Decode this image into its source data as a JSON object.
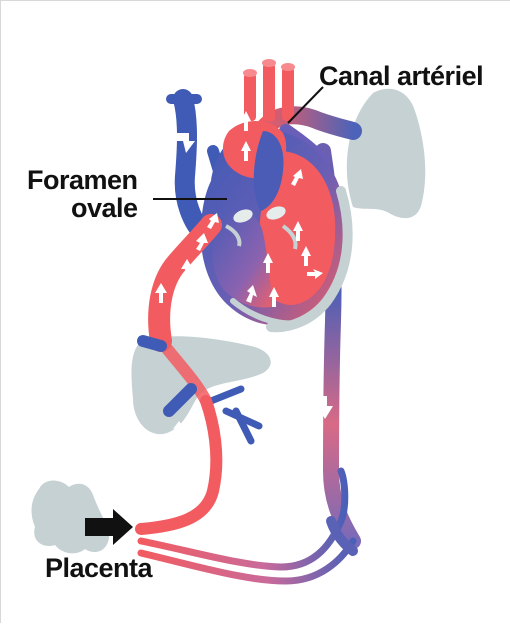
{
  "diagram": {
    "labels": {
      "canal_arteriel": "Canal artériel",
      "foramen_ovale_line1": "Foramen",
      "foramen_ovale_line2": "ovale",
      "placenta": "Placenta"
    },
    "colors": {
      "oxygenated": "#f25c60",
      "deoxygenated": "#3f5bb5",
      "organ_gray": "#c5d1d3",
      "label_text": "#111111",
      "arrow": "#111111"
    }
  }
}
